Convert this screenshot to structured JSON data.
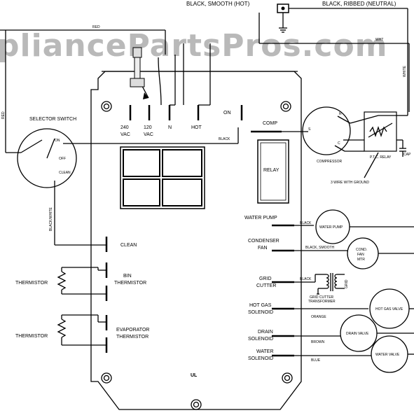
{
  "watermark": "pliancePartsPros.com",
  "top": {
    "black_smooth": "BLACK, SMOOTH (HOT)",
    "black_ribbed": "BLACK, RIBBED (NEUTRAL)",
    "red": "RED",
    "white": "WHITE",
    "wht": "WHT"
  },
  "board": {
    "v240": "240",
    "vac_a": "VAC",
    "v120": "120",
    "vac_b": "VAC",
    "n": "N",
    "hot": "HOT",
    "on": "ON",
    "comp": "COMP",
    "relay": "RELAY",
    "clean": "CLEAN",
    "bin_a": "BIN",
    "bin_b": "THERMISTOR",
    "evap_a": "EVAPORATOR",
    "evap_b": "THERMISTOR",
    "water_pump": "WATER PUMP",
    "condenser_a": "CONDENSER",
    "condenser_b": "FAN",
    "grid_a": "GRID",
    "grid_b": "CUTTER",
    "hotgas_a": "HOT GAS",
    "hotgas_b": "SOLENOID",
    "drain_a": "DRAIN",
    "drain_b": "SOLENOID",
    "water_a": "WATER",
    "water_b": "SOLENOID",
    "ul": "UL"
  },
  "selector": {
    "title": "SELECTOR SWITCH",
    "on": "ON",
    "off": "OFF",
    "clean": "CLEAN",
    "red_left": "RED",
    "wire": "BLACK/WHITE"
  },
  "thermistors": {
    "t1": "THERMISTOR",
    "t2": "THERMISTOR"
  },
  "right": {
    "black1": "BLACK",
    "compressor": "COMPRESSOR",
    "ptc_relay": "P.T.C. RELAY",
    "cap": "CAP",
    "comp_s": "S",
    "comp_r": "R",
    "comp_c": "C",
    "three_wire": "3 WIRE WITH GROUND",
    "wp_motor": "WATER PUMP",
    "black2": "BLACK",
    "fan_motor_a": "COND.",
    "fan_motor_b": "FAN",
    "fan_motor_c": "MTR",
    "black_smooth2": "BLACK, SMOOTH",
    "black3": "BLACK",
    "grid_cutter_xfmr": "GRID CUTTER",
    "grid_cutter_xfmr2": "TRANSFORMER",
    "grid_out": "GRID",
    "orange": "ORANGE",
    "hotgas_valve": "HOT GAS VALVE",
    "brown": "BROWN",
    "drain_valve": "DRAIN VALVE",
    "blue": "BLUE",
    "water_valve": "WATER VALVE"
  }
}
